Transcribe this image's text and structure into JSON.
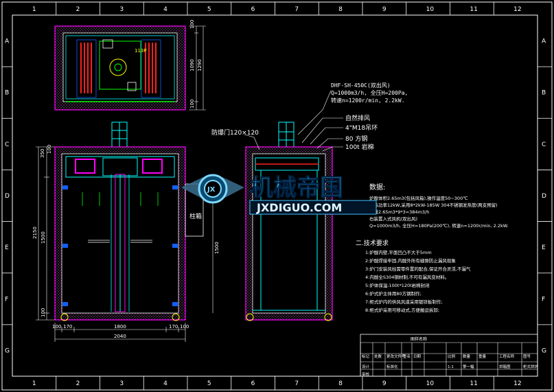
{
  "border": {
    "col_labels": [
      "1",
      "2",
      "3",
      "4",
      "5",
      "6",
      "7",
      "8",
      "9",
      "10",
      "11",
      "12"
    ],
    "row_labels": [
      "A",
      "B",
      "C",
      "D",
      "E",
      "F",
      "G"
    ]
  },
  "top_view": {
    "dims": [
      "100",
      "1090",
      "1290",
      "100"
    ],
    "label": "113P"
  },
  "front_view": {
    "dims_left": [
      "350",
      "100",
      "2150",
      "1500",
      "100"
    ],
    "dims_bottom_top": [
      "100",
      "170",
      "1800",
      "170",
      "100"
    ],
    "dims_bottom_total": "2040",
    "dim_right": "1500",
    "box_text": "柱箱"
  },
  "side_view": {
    "label_explosion": "防爆门120×120",
    "callout_fan": "DHF-SH-450C(双出风)",
    "callout_flow": "Q=1000m3/h, 全压H=200Pa,",
    "callout_speed": "转速n=1200r/min, 2.2kW.",
    "notes": [
      "自然排风",
      "4\"M18吊环",
      "80 方钢",
      "100t 岩棉"
    ]
  },
  "specs": {
    "title": "数据:",
    "lines": [
      "炉膛体积2.65m3(包括风箱),操作温度50~300℃",
      "加热功率12kW,采用8*2kW-185W 304不锈钢发热管(两支预留)",
      "风量2.65m3*9*3=384m3/h",
      "右装置入式风机(双出风)",
      "Q=1000m3/h, 全压H=180Pa(200℃), 转速n=1200r/min, 2.2kW."
    ]
  },
  "requirements": {
    "title": "二.技术要求",
    "lines": [
      "1:炉膛内壁,平面凹凸不大于5mm",
      "2:炉膛焊接牢固,内膛外所有缝隙防止漏风现象",
      "3:炉门安装风柱需零件置的配合,保证开合灵活,不漏气",
      "4:内膛全S304钢材制,不可有漏风变材料。",
      "5:炉体保温:100t*120t岩棉封闭",
      "6:炉式炉主体用80方钢制作;",
      "7:柜式炉内的供风风道采用镀锌板制作;",
      "8:柜式炉采用可移动式,方便搬运拆卸;"
    ]
  },
  "title_block": {
    "row1": [
      "标记",
      "处数",
      "更改文件号",
      "签名",
      "日期",
      "",
      "比例",
      "数量",
      "重量",
      "工程名称",
      "图号"
    ],
    "row2": [
      "设计",
      "",
      "标准化",
      "",
      "",
      "",
      "1:1",
      "第一幅",
      "",
      "烘箱图",
      "柜式烘炉"
    ],
    "row3": [
      "审核",
      "",
      "",
      "",
      "",
      "",
      "",
      "",
      "",
      "",
      ""
    ],
    "top_label": "图样名称"
  },
  "watermark": {
    "cn": "机械帝国",
    "en": "JXDIGUO.COM"
  },
  "colors": {
    "background": "#000000",
    "frame": "#ffffff",
    "insulation": "#ff00ff",
    "duct": "#00ffff",
    "heater": "#ff2020",
    "fan": "#00ff00",
    "bolts": "#1060ff",
    "dims": "#ffff00",
    "watermark": "#00b0d8"
  }
}
